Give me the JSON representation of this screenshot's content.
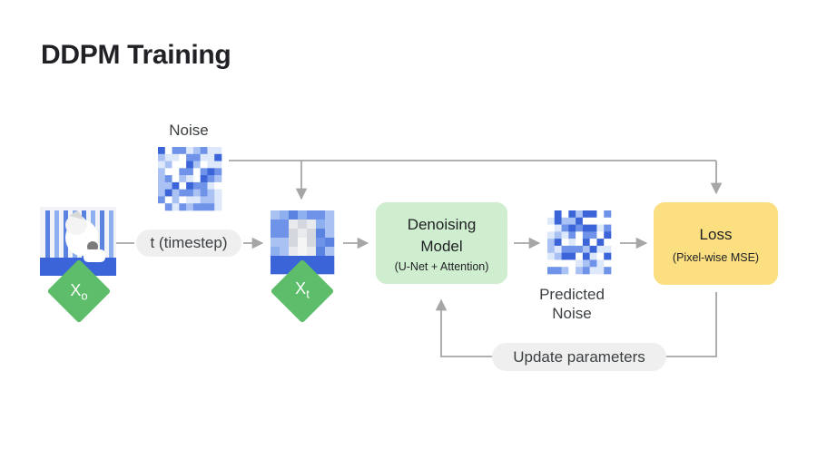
{
  "title": "DDPM Training",
  "noise": {
    "label": "Noise"
  },
  "timestep": {
    "label": "t (timestep)"
  },
  "x0": {
    "base": "X",
    "sub": "o"
  },
  "xt": {
    "base": "X",
    "sub": "t"
  },
  "model": {
    "line1": "Denoising",
    "line2": "Model",
    "subtitle": "(U-Net + Attention)"
  },
  "predicted": {
    "line1": "Predicted",
    "line2": "Noise"
  },
  "loss": {
    "title": "Loss",
    "subtitle": "(Pixel-wise MSE)"
  },
  "update": {
    "label": "Update parameters"
  },
  "colors": {
    "model_fill": "#cfeecf",
    "loss_fill": "#fbdf80",
    "diamond": "#5ebd6a",
    "arrow": "#a6a6a6",
    "pill": "#efefef",
    "noise_palette": [
      "#3a64d8",
      "#6f93e8",
      "#a9c2f3",
      "#dde8fb",
      "#ffffff"
    ]
  }
}
